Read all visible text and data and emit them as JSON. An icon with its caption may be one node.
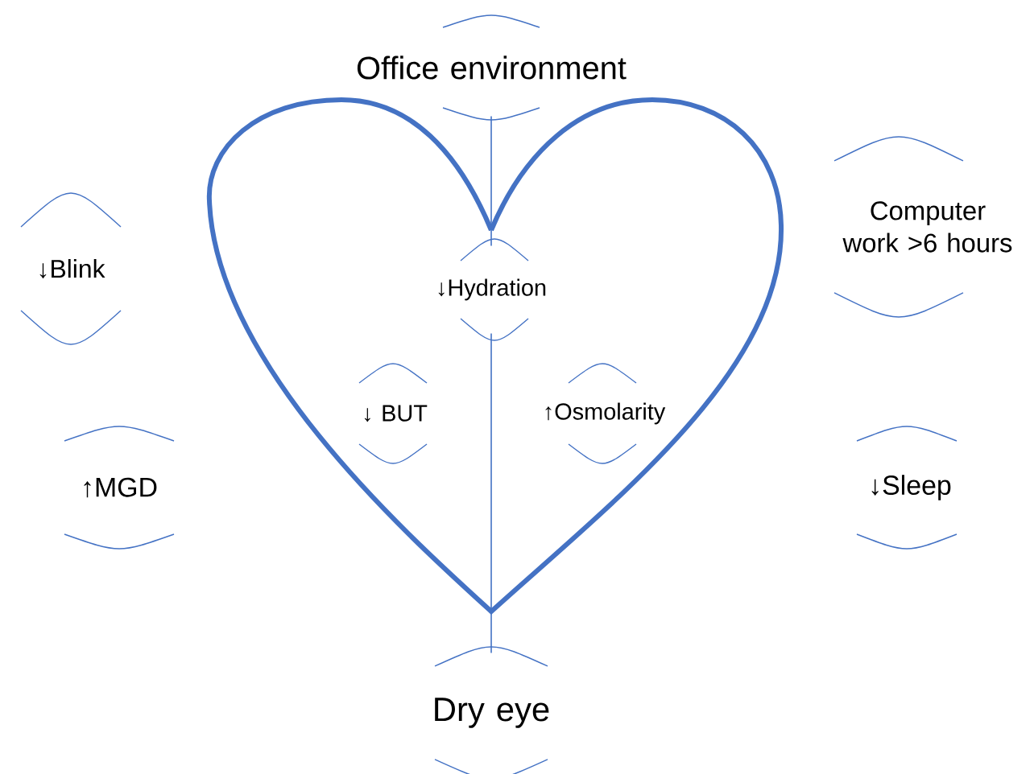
{
  "diagram": {
    "nodes": [
      {
        "text": [
          "Office environment"
        ]
      },
      {
        "text": [
          "Computer work >6 hours"
        ]
      },
      {
        "text": [
          "↓Blink"
        ]
      },
      {
        "text": [],
        "shape": "heart"
      },
      {
        "text": [
          "↓Hydration"
        ],
        "in": 3
      },
      {
        "text": [
          "↓ BUT"
        ],
        "in": 3
      },
      {
        "text": [
          "↑Osmolarity"
        ],
        "in": 3
      },
      {
        "text": [
          "↑MGD"
        ]
      },
      {
        "text": [
          "↓Sleep"
        ]
      },
      {
        "text": [
          "Dry eye"
        ]
      }
    ],
    "edges": [
      {
        "from": 0,
        "to": 4,
        "arrow": "none"
      },
      {
        "from": 4,
        "to": 9,
        "arrow": "none"
      }
    ]
  }
}
